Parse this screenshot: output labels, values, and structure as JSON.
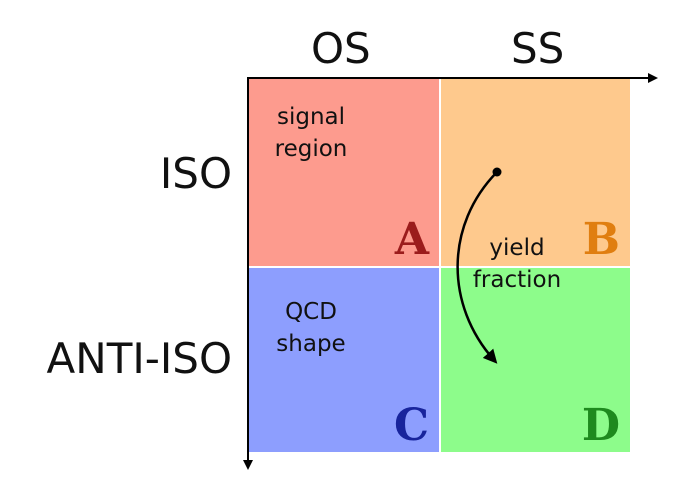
{
  "columns": [
    "OS",
    "SS"
  ],
  "rows": [
    "ISO",
    "ANTI-ISO"
  ],
  "regions": [
    {
      "letter": "A",
      "description": [
        "signal",
        "region"
      ],
      "fill": "#fd9b8e",
      "letter_color": "#9b1c1c"
    },
    {
      "letter": "B",
      "description": [],
      "fill": "#fec98d",
      "letter_color": "#e07e10"
    },
    {
      "letter": "C",
      "description": [
        "QCD",
        "shape"
      ],
      "fill": "#8d9efe",
      "letter_color": "#18249c"
    },
    {
      "letter": "D",
      "description": [],
      "fill": "#8dfc8b",
      "letter_color": "#1e8a1e"
    }
  ],
  "arrow_label": [
    "yield",
    "fraction"
  ],
  "colors": {
    "axis": "#000000",
    "grid_line": "#ffffff"
  }
}
